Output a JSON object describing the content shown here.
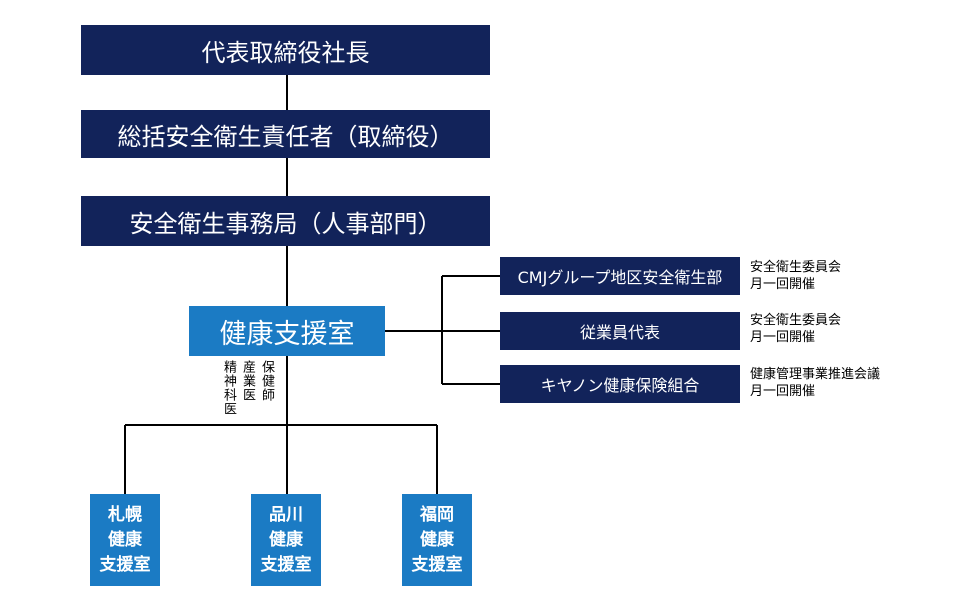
{
  "top": {
    "ceo": "代表取締役社長"
  },
  "chain": {
    "supervisor": "総括安全衛生責任者（取締役）",
    "secretariat": "安全衛生事務局（人事部門）"
  },
  "center": {
    "office": "健康支援室"
  },
  "staff": {
    "col1": "保健師",
    "col2": "産業医",
    "col3": "精神科医"
  },
  "partners": [
    {
      "label": "CMJグループ地区安全衛生部",
      "note1": "安全衛生委員会",
      "note2": "月一回開催"
    },
    {
      "label": "従業員代表",
      "note1": "安全衛生委員会",
      "note2": "月一回開催"
    },
    {
      "label": "キヤノン健康保険組合",
      "note1": "健康管理事業推進会議",
      "note2": "月一回開催"
    }
  ],
  "branches": [
    {
      "line1": "札幌",
      "line2": "健康",
      "line3": "支援室"
    },
    {
      "line1": "品川",
      "line2": "健康",
      "line3": "支援室"
    },
    {
      "line1": "福岡",
      "line2": "健康",
      "line3": "支援室"
    }
  ],
  "colors": {
    "navy": "#12235a",
    "blue": "#1b7bc4",
    "line": "#000000"
  }
}
